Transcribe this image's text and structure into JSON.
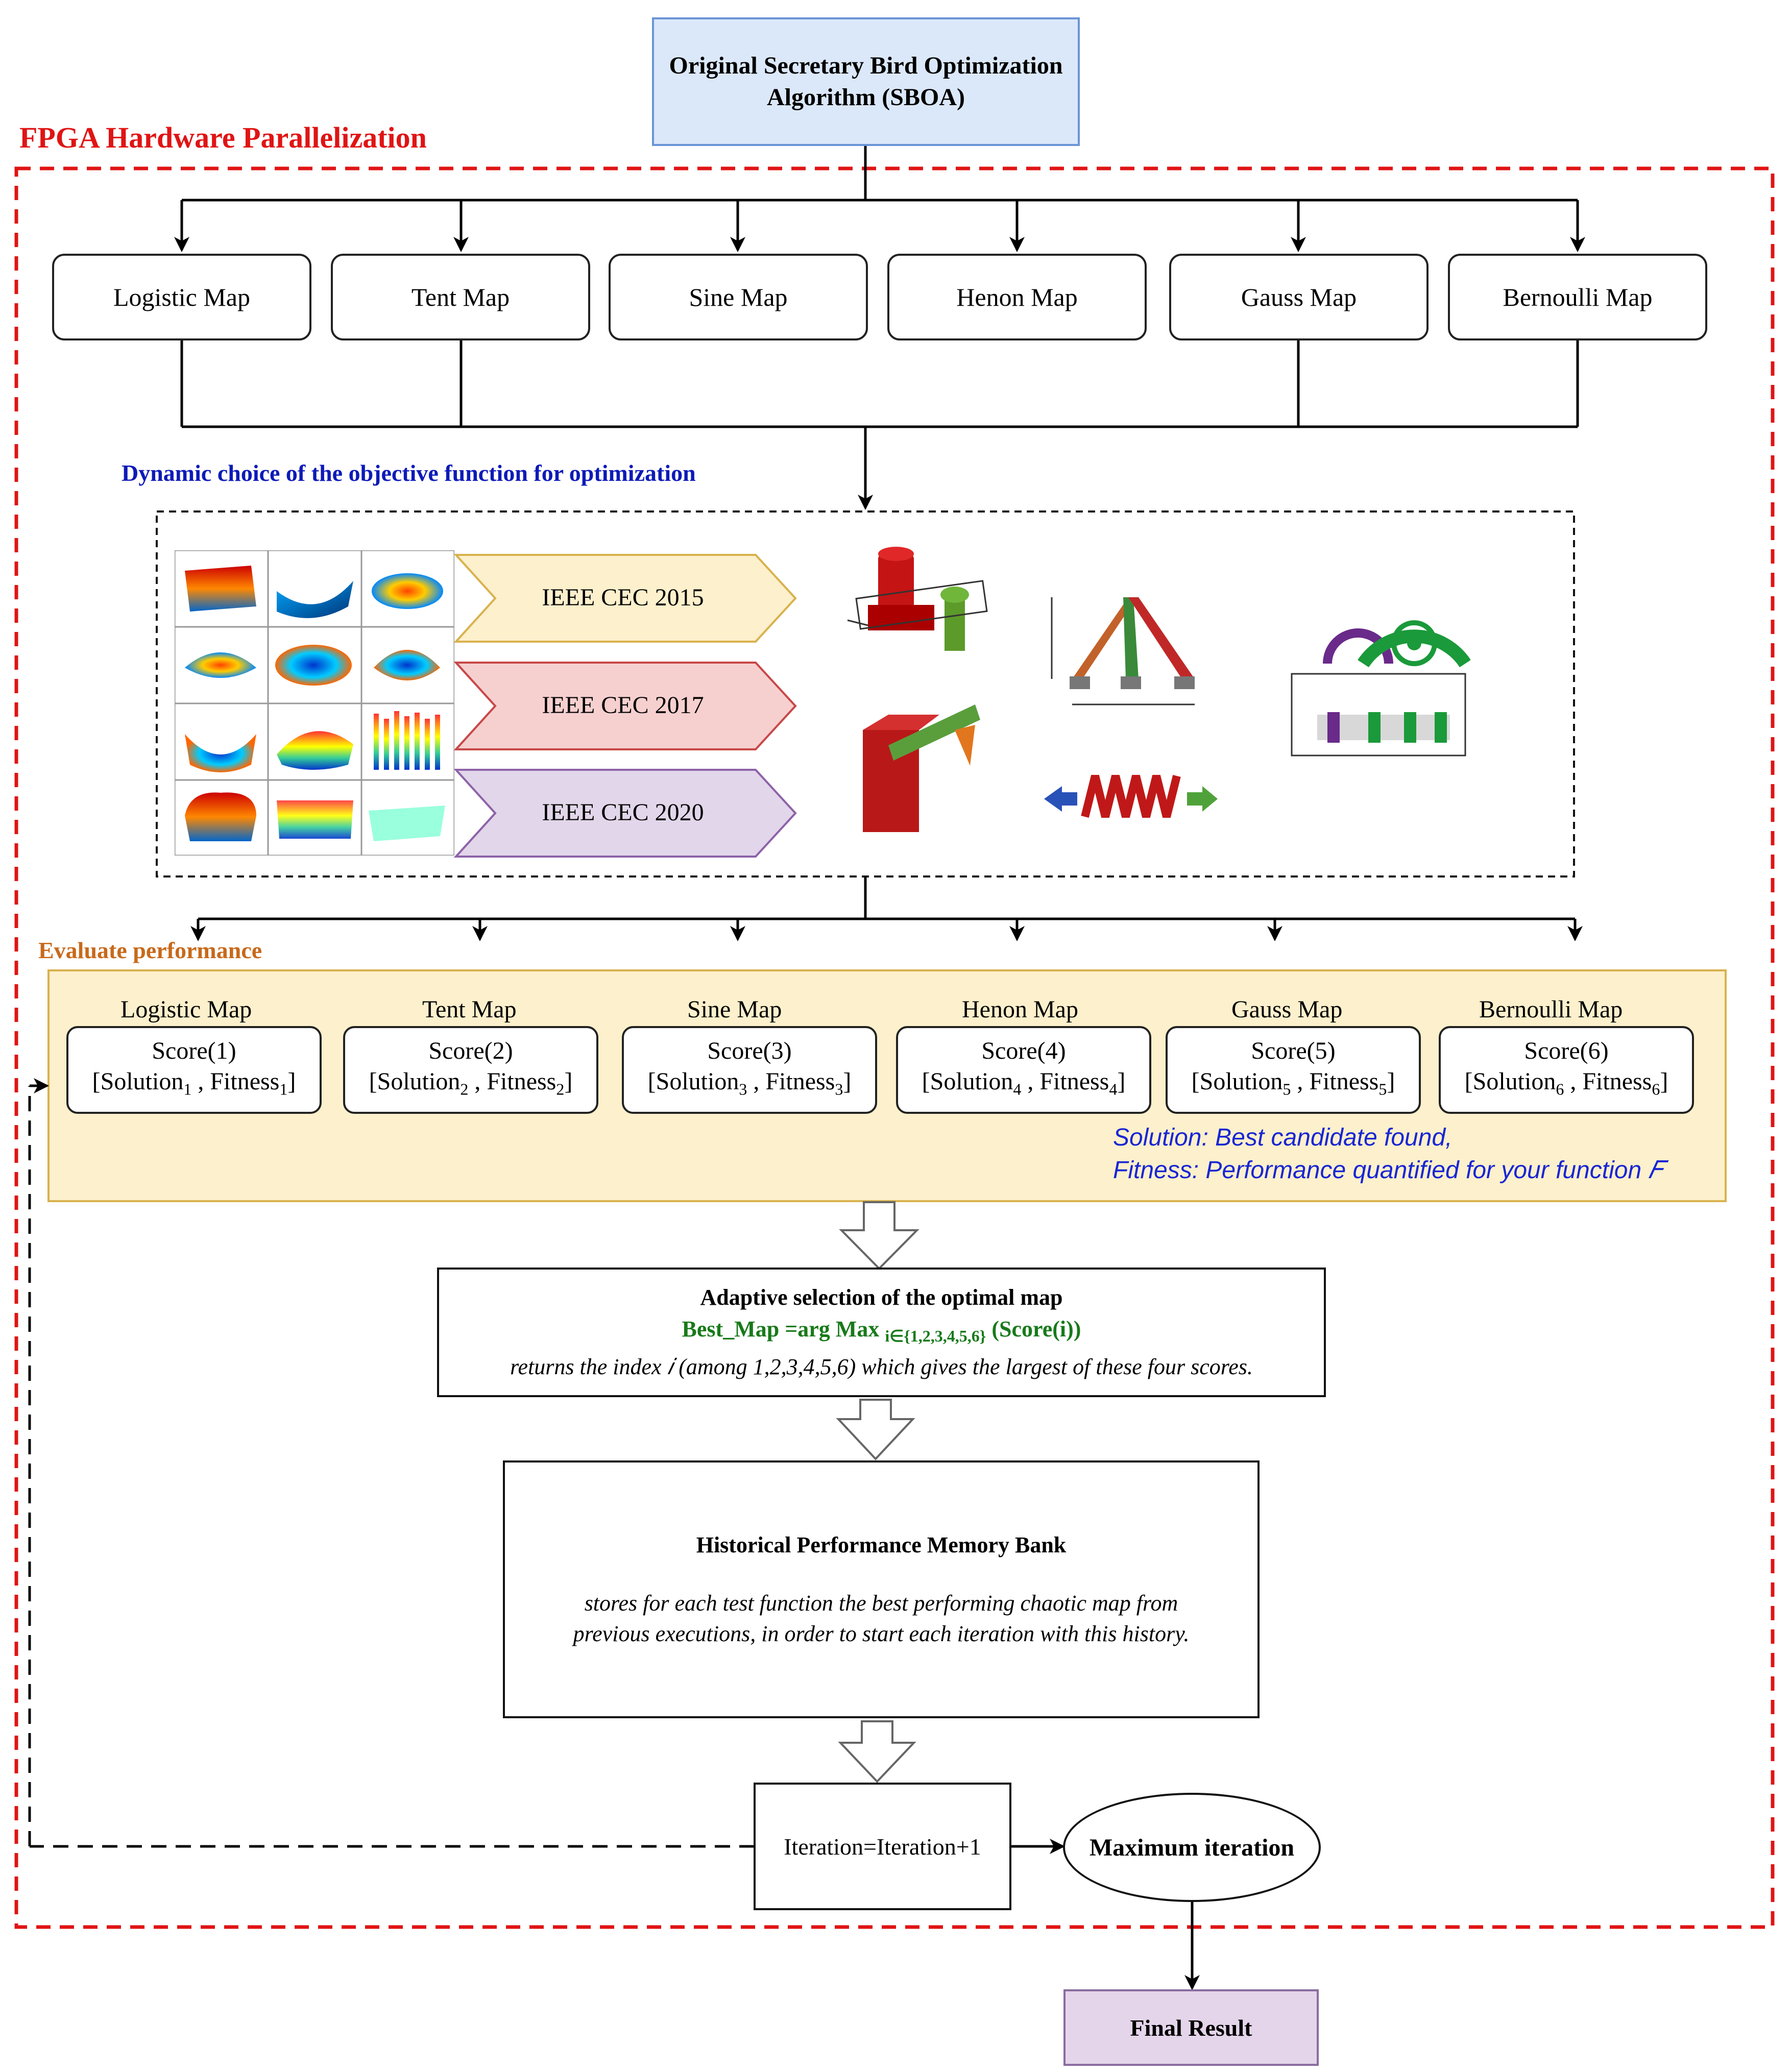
{
  "header": {
    "top_box": "Original Secretary Bird Optimization Algorithm (SBOA)",
    "fpga_label": "FPGA Hardware Parallelization"
  },
  "maps": [
    "Logistic Map",
    "Tent Map",
    "Sine Map",
    "Henon Map",
    "Gauss Map",
    "Bernoulli Map"
  ],
  "objective": {
    "label": "Dynamic choice of the objective function for optimization",
    "benchmarks": [
      "IEEE CEC 2015",
      "IEEE CEC 2017",
      "IEEE CEC 2020"
    ]
  },
  "evaluate": {
    "label": "Evaluate performance",
    "scores": [
      {
        "map": "Logistic Map",
        "score": "Score(1)",
        "solution": "Solution",
        "fitness": "Fitness",
        "index": "1"
      },
      {
        "map": "Tent Map",
        "score": "Score(2)",
        "solution": "Solution",
        "fitness": "Fitness",
        "index": "2"
      },
      {
        "map": "Sine Map",
        "score": "Score(3)",
        "solution": "Solution",
        "fitness": "Fitness",
        "index": "3"
      },
      {
        "map": "Henon Map",
        "score": "Score(4)",
        "solution": "Solution",
        "fitness": "Fitness",
        "index": "4"
      },
      {
        "map": "Gauss Map",
        "score": "Score(5)",
        "solution": "Solution",
        "fitness": "Fitness",
        "index": "5"
      },
      {
        "map": "Bernoulli Map",
        "score": "Score(6)",
        "solution": "Solution",
        "fitness": "Fitness",
        "index": "6"
      }
    ],
    "note_line1": "Solution: Best candidate found,",
    "note_line2": "Fitness: Performance quantified for your function 𝐹"
  },
  "selection": {
    "title": "Adaptive selection of the optimal map",
    "formula_main": "Best_Map =arg Max ",
    "formula_sub": "i∈{1,2,3,4,5,6}",
    "formula_tail": " (Score(i))",
    "description": "returns the index 𝑖 (among 1,2,3,4,5,6) which gives the largest of these four scores."
  },
  "memory": {
    "title": "Historical Performance Memory Bank",
    "description_line1": "stores for each test function the best performing chaotic map from",
    "description_line2": "previous executions, in order to start each iteration with this history."
  },
  "loop": {
    "iteration": "Iteration=Iteration+1",
    "maximum": "Maximum iteration",
    "final": "Final Result"
  },
  "colors": {
    "fpga_border": "#e01414",
    "top_box_fill": "#dbe8fa",
    "eval_fill": "#fdf0cc",
    "eval_border": "#d9b24e",
    "formula_green": "#187a1a",
    "note_blue": "#1826d4",
    "final_fill": "#e4d5ea",
    "cec2015_fill": "#fdf0cc",
    "cec2017_fill": "#f6d0cf",
    "cec2020_fill": "#e2d6ea"
  }
}
